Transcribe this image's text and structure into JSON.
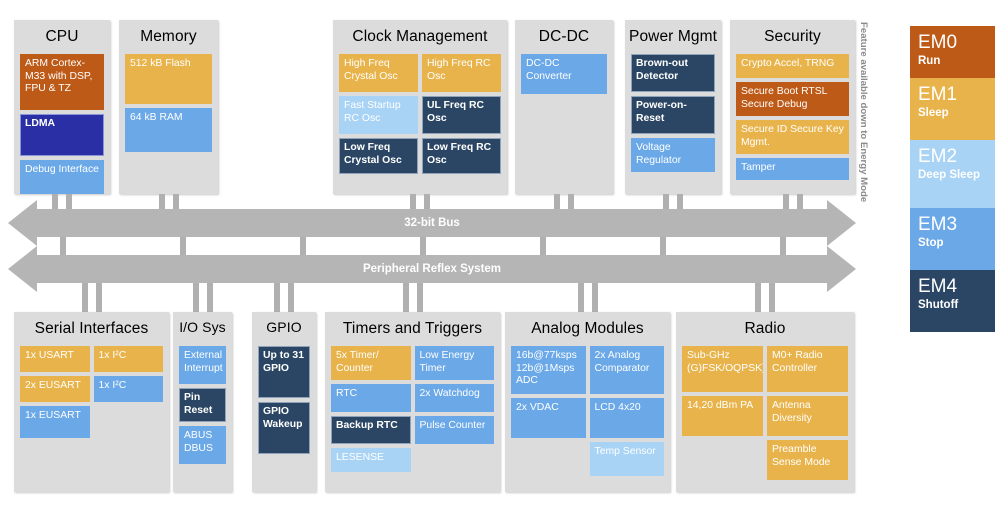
{
  "diagram": {
    "buses": [
      {
        "label": "32-bit Bus"
      },
      {
        "label": "Peripheral Reflex System"
      }
    ],
    "top_panels": [
      {
        "title": "CPU",
        "rows": [
          [
            {
              "label": "ARM Cortex-M33 with DSP, FPU & TZ",
              "mode": "em0",
              "span": "fill",
              "h": 56
            }
          ],
          [
            {
              "label": "LDMA",
              "mode": "ldma",
              "span": "fill",
              "h": 42
            }
          ],
          [
            {
              "label": "Debug Interface",
              "mode": "em3",
              "span": "fill",
              "h": 34
            }
          ]
        ]
      },
      {
        "title": "Memory",
        "rows": [
          [
            {
              "label": "512 kB Flash",
              "mode": "em1",
              "span": "fill",
              "h": 50
            }
          ],
          [
            {
              "label": "64 kB RAM",
              "mode": "em3",
              "span": "fill",
              "h": 44
            }
          ]
        ]
      },
      {
        "title": "Clock Management",
        "rows": [
          [
            {
              "label": "High Freq Crystal Osc",
              "mode": "em1",
              "span": "half",
              "h": 38
            },
            {
              "label": "High Freq RC Osc",
              "mode": "em1",
              "span": "half",
              "h": 38
            }
          ],
          [
            {
              "label": "Fast Startup RC Osc",
              "mode": "em2",
              "span": "half",
              "h": 38
            },
            {
              "label": "UL Freq RC Osc",
              "mode": "em4",
              "span": "half",
              "h": 38
            }
          ],
          [
            {
              "label": "Low Freq Crystal Osc",
              "mode": "em4",
              "span": "half",
              "h": 36
            },
            {
              "label": "Low Freq RC Osc",
              "mode": "em4",
              "span": "half",
              "h": 36
            }
          ]
        ]
      },
      {
        "title": "DC-DC",
        "rows": [
          [
            {
              "label": "DC-DC Converter",
              "mode": "em3",
              "span": "fill",
              "h": 40
            }
          ]
        ]
      },
      {
        "title": "Power Mgmt",
        "rows": [
          [
            {
              "label": "Brown-out Detector",
              "mode": "em4",
              "span": "fill",
              "h": 38
            }
          ],
          [
            {
              "label": "Power-on-Reset",
              "mode": "em4",
              "span": "fill",
              "h": 38
            }
          ],
          [
            {
              "label": "Voltage Regulator",
              "mode": "em3",
              "span": "fill",
              "h": 34
            }
          ]
        ]
      },
      {
        "title": "Security",
        "rows": [
          [
            {
              "label": "Crypto Accel, TRNG",
              "mode": "em1",
              "span": "fill",
              "h": 24
            }
          ],
          [
            {
              "label": "Secure Boot RTSL Secure Debug",
              "mode": "em0",
              "span": "fill",
              "h": 34
            }
          ],
          [
            {
              "label": "Secure ID Secure Key Mgmt.",
              "mode": "em1",
              "span": "fill",
              "h": 34
            }
          ],
          [
            {
              "label": "Tamper",
              "mode": "em3",
              "span": "fill",
              "h": 22
            }
          ]
        ]
      }
    ],
    "bottom_panels": [
      {
        "title": "Serial Interfaces",
        "rows": [
          [
            {
              "label": "1x USART",
              "mode": "em1",
              "span": "half",
              "h": 26
            },
            {
              "label": "1x I²C",
              "mode": "em1",
              "span": "half",
              "h": 26
            }
          ],
          [
            {
              "label": "2x EUSART",
              "mode": "em1",
              "span": "half",
              "h": 26
            },
            {
              "label": "1x I²C",
              "mode": "em3",
              "span": "half",
              "h": 26
            }
          ],
          [
            {
              "label": "1x EUSART",
              "mode": "em3",
              "span": "half",
              "h": 32
            },
            {
              "label": "",
              "mode": "empty",
              "span": "half",
              "h": 32
            }
          ]
        ]
      },
      {
        "title": "I/O Sys",
        "rows": [
          [
            {
              "label": "External Interrupt",
              "mode": "em3",
              "span": "fill",
              "h": 38
            }
          ],
          [
            {
              "label": "Pin Reset",
              "mode": "em4",
              "span": "fill",
              "h": 34
            }
          ],
          [
            {
              "label": "ABUS DBUS",
              "mode": "em3",
              "span": "fill",
              "h": 38
            }
          ]
        ]
      },
      {
        "title": "GPIO",
        "rows": [
          [
            {
              "label": "Up to 31 GPIO",
              "mode": "em4",
              "span": "fill",
              "h": 52
            }
          ],
          [
            {
              "label": "GPIO Wakeup",
              "mode": "em4",
              "span": "fill",
              "h": 52
            }
          ]
        ]
      },
      {
        "title": "Timers and Triggers",
        "rows": [
          [
            {
              "label": "5x Timer/ Counter",
              "mode": "em1",
              "span": "half",
              "h": 34
            },
            {
              "label": "Low Energy Timer",
              "mode": "em3",
              "span": "half",
              "h": 34
            }
          ],
          [
            {
              "label": "RTC",
              "mode": "em3",
              "span": "half",
              "h": 28
            },
            {
              "label": "2x Watchdog",
              "mode": "em3",
              "span": "half",
              "h": 28
            }
          ],
          [
            {
              "label": "Backup RTC",
              "mode": "em4",
              "span": "half",
              "h": 28
            },
            {
              "label": "Pulse Counter",
              "mode": "em3",
              "span": "half",
              "h": 28
            }
          ],
          [
            {
              "label": "LESENSE",
              "mode": "em2",
              "span": "half",
              "h": 24
            },
            {
              "label": "",
              "mode": "empty",
              "span": "half",
              "h": 24
            }
          ]
        ]
      },
      {
        "title": "Analog Modules",
        "rows": [
          [
            {
              "label": "16b@77ksps 12b@1Msps ADC",
              "mode": "em3",
              "span": "half",
              "h": 48
            },
            {
              "label": "2x Analog Comparator",
              "mode": "em3",
              "span": "half",
              "h": 48
            }
          ],
          [
            {
              "label": "2x VDAC",
              "mode": "em3",
              "span": "half",
              "h": 40
            },
            {
              "label": "LCD 4x20",
              "mode": "em3",
              "span": "half",
              "h": 40
            }
          ],
          [
            {
              "label": "",
              "mode": "empty",
              "span": "half",
              "h": 34
            },
            {
              "label": "Temp Sensor",
              "mode": "em2",
              "span": "half",
              "h": 34
            }
          ]
        ]
      },
      {
        "title": "Radio",
        "rows": [
          [
            {
              "label": "Sub-GHz (G)FSK/OQPSK)",
              "mode": "em1",
              "span": "half",
              "h": 46
            },
            {
              "label": "M0+ Radio Controller",
              "mode": "em1",
              "span": "half",
              "h": 46
            }
          ],
          [
            {
              "label": "14,20 dBm PA",
              "mode": "em1",
              "span": "half",
              "h": 40
            },
            {
              "label": "Antenna Diversity",
              "mode": "em1",
              "span": "half",
              "h": 40
            }
          ],
          [
            {
              "label": "",
              "mode": "empty",
              "span": "half",
              "h": 40
            },
            {
              "label": "Preamble Sense Mode",
              "mode": "em1",
              "span": "half",
              "h": 40
            }
          ]
        ]
      }
    ],
    "legend": {
      "caption": "Feature available down to Energy Mode",
      "modes": [
        {
          "id": "EM0",
          "name": "Run",
          "color": "#be5a17",
          "h": 52
        },
        {
          "id": "EM1",
          "name": "Sleep",
          "color": "#e8b34a",
          "h": 62
        },
        {
          "id": "EM2",
          "name": "Deep Sleep",
          "color": "#a8d3f5",
          "h": 68
        },
        {
          "id": "EM3",
          "name": "Stop",
          "color": "#6aa8e8",
          "h": 62
        },
        {
          "id": "EM4",
          "name": "Shutoff",
          "color": "#2b4664",
          "h": 62
        }
      ]
    }
  }
}
